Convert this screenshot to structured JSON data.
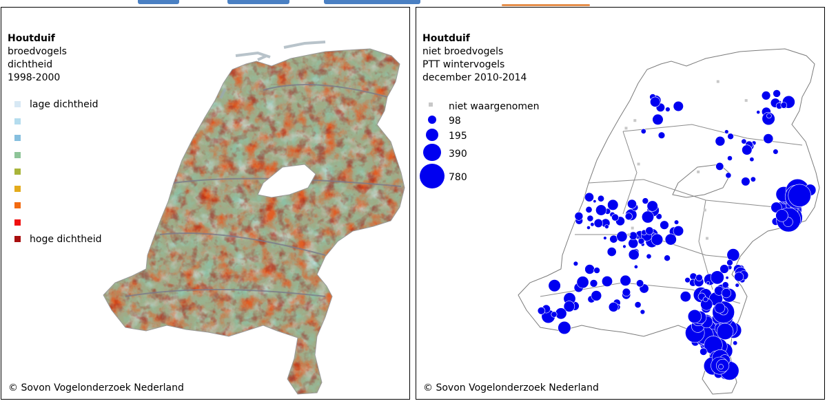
{
  "left_panel": {
    "title": "Houtduif",
    "lines": [
      "broedvogels",
      "dichtheid",
      "1998-2000"
    ],
    "legend": [
      {
        "label": "lage dichtheid",
        "color": "#d7e8f4"
      },
      {
        "label": "",
        "color": "#b4dcee"
      },
      {
        "label": "",
        "color": "#86bfdf"
      },
      {
        "label": "",
        "color": "#8ec498"
      },
      {
        "label": "",
        "color": "#a8b43a"
      },
      {
        "label": "",
        "color": "#e3ab1c"
      },
      {
        "label": "",
        "color": "#f26a10"
      },
      {
        "label": "",
        "color": "#f01010"
      },
      {
        "label": "hoge dichtheid",
        "color": "#a80e0e"
      }
    ],
    "copyright": "© Sovon Vogelonderzoek Nederland"
  },
  "right_panel": {
    "title": "Houtduif",
    "lines": [
      "niet broedvogels",
      "PTT wintervogels",
      "december 2010-2014"
    ],
    "legend": [
      {
        "label": "niet waargenomen",
        "type": "none"
      },
      {
        "label": "98",
        "type": "circle",
        "value": 98
      },
      {
        "label": "195",
        "type": "circle",
        "value": 195
      },
      {
        "label": "390",
        "type": "circle",
        "value": 390
      },
      {
        "label": "780",
        "type": "circle",
        "value": 780
      }
    ],
    "copyright": "© Sovon Vogelonderzoek Nederland"
  },
  "colors": {
    "dot": "#0000f0",
    "not_observed": "#c8c8c8",
    "outline": "#7a7a7a",
    "map_base": "#8fbfa3"
  }
}
